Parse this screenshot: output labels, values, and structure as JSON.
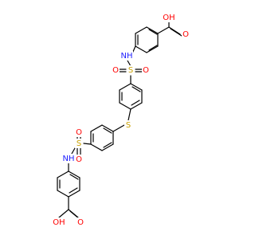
{
  "colors": {
    "bond": "#000000",
    "oxygen": "#ff0000",
    "nitrogen": "#1f1fff",
    "sulfur": "#c8a000",
    "hydrogen": "#000000",
    "background": "#ffffff"
  },
  "labels": {
    "oh_top": "OH",
    "o_top": "O",
    "nh_top": "NH",
    "s_top": "S",
    "o_top_left": "O",
    "o_top_right": "O",
    "s_thioether": "S",
    "nh_bottom": "NH",
    "s_bottom": "S",
    "o_bottom_top": "O",
    "o_bottom_bottom": "O",
    "oh_bottom": "OH",
    "o_bottom": "O"
  }
}
